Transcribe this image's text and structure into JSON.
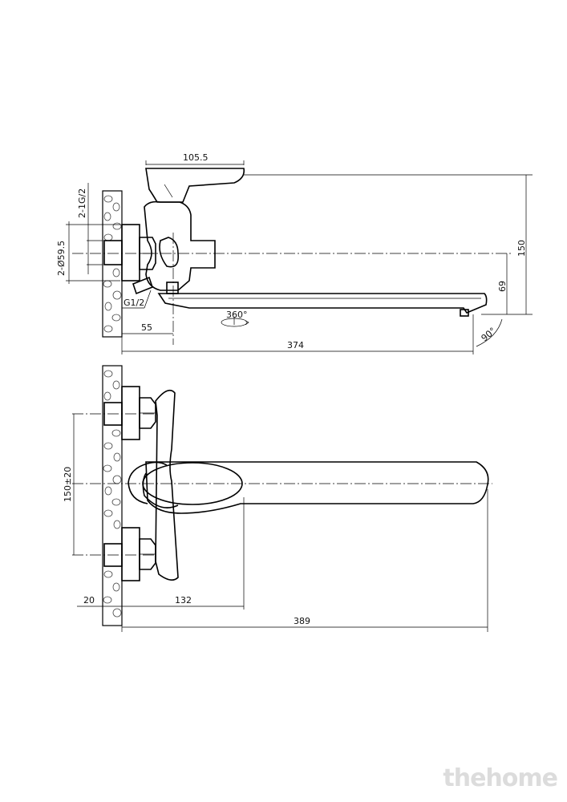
{
  "drawing": {
    "side_view": {
      "dim_top_width": "105.5",
      "dim_thread": "2-1G/2",
      "dim_nut_diameter": "2-Ø59.5",
      "dim_height_total": "150",
      "dim_spout_height": "69",
      "dim_outlet": "G1/2",
      "dim_rotation": "360°",
      "dim_wall_offset": "55",
      "dim_spout_reach": "374",
      "dim_spout_angle": "90°"
    },
    "top_view": {
      "dim_centers": "150±20",
      "dim_wall": "20",
      "dim_body": "132",
      "dim_total": "389"
    }
  },
  "watermark": "thehome"
}
